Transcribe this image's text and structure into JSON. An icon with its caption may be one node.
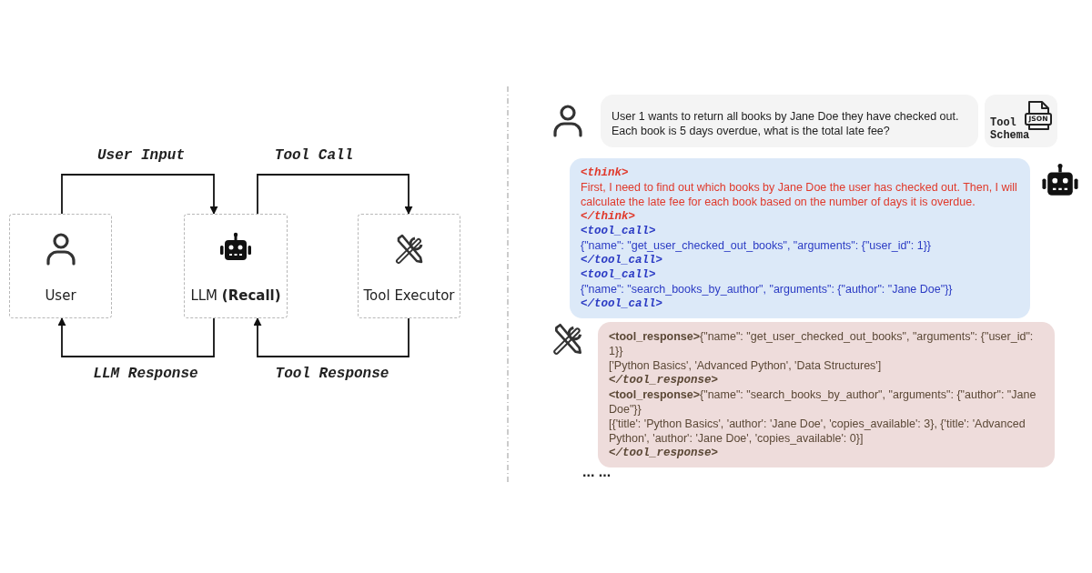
{
  "diagram": {
    "nodes": [
      {
        "text": [
          "User"
        ]
      },
      {
        "text": [
          "LLM **(Recall)**"
        ]
      },
      {
        "text": [
          "Tool Executor"
        ]
      },
      {
        "text": [
          "User 1 wants to return all books by Jane Doe they have checked out. Each book is 5 days overdue, what is the total late fee?"
        ]
      },
      {
        "text": [
          "Tool Schema",
          "JSON"
        ]
      },
      {
        "text": [
          "<think>",
          "First, I need to find out which books by Jane Doe the user has checked out. Then, I will calculate the late fee for each book based on the number of days it is overdue.",
          "</think>",
          "<tool_call>",
          "{\"name\": \"get_user_checked_out_books\", \"arguments\": {\"user_id\": 1}}",
          "</tool_call>",
          "<tool_call>",
          "{\"name\": \"search_books_by_author\", \"arguments\": {\"author\": \"Jane Doe\"}}",
          "</tool_call>"
        ]
      },
      {
        "text": [
          "**<tool_response>**{\"name\": \"get_user_checked_out_books\", \"arguments\": {\"user_id\": 1}}",
          "['Python Basics', 'Advanced Python', 'Data Structures']",
          "</tool_response>",
          "**<tool_response>**{\"name\": \"search_books_by_author\", \"arguments\": {\"author\": \"Jane Doe\"}}",
          "[{'title': 'Python Basics', 'author': 'Jane Doe', 'copies_available': 3}, {'title': 'Advanced Python', 'author': 'Jane Doe', 'copies_available': 0}]",
          "</tool_response>"
        ]
      }
    ],
    "edges": [
      {
        "from": 0,
        "to": 1,
        "arrow": "to",
        "label": "User Input"
      },
      {
        "from": 1,
        "to": 2,
        "arrow": "to",
        "label": "Tool Call"
      },
      {
        "from": 2,
        "to": 1,
        "arrow": "to",
        "label": "Tool Response"
      },
      {
        "from": 1,
        "to": 0,
        "arrow": "to",
        "label": "LLM Response"
      }
    ],
    "labels": [
      "... ..."
    ]
  }
}
